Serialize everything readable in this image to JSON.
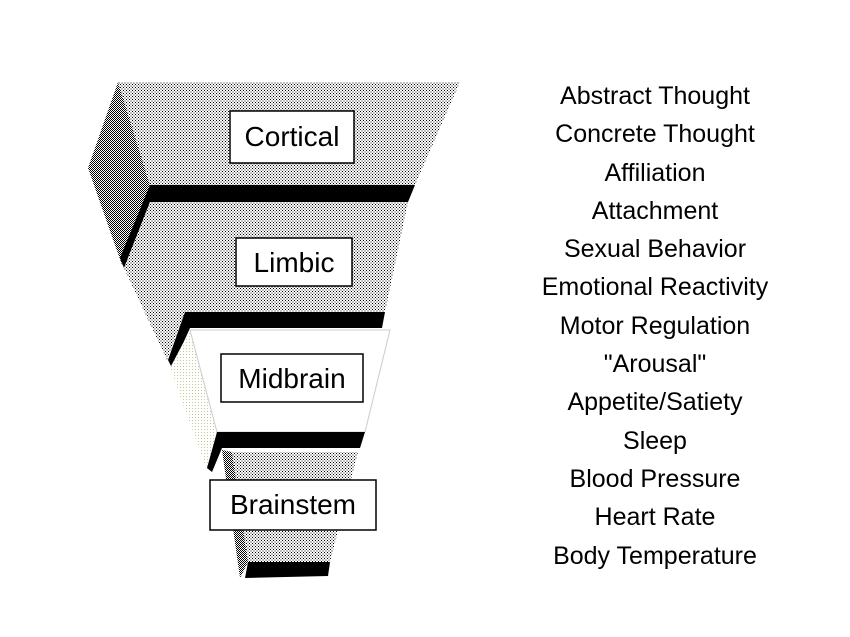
{
  "levels": [
    {
      "label": "Cortical"
    },
    {
      "label": "Limbic"
    },
    {
      "label": "Midbrain"
    },
    {
      "label": "Brainstem"
    }
  ],
  "functions": [
    "Abstract Thought",
    "Concrete Thought",
    "Affiliation",
    "Attachment",
    "Sexual Behavior",
    "Emotional Reactivity",
    "Motor Regulation",
    "\"Arousal\"",
    "Appetite/Satiety",
    "Sleep",
    "Blood Pressure",
    "Heart Rate",
    "Body Temperature"
  ]
}
